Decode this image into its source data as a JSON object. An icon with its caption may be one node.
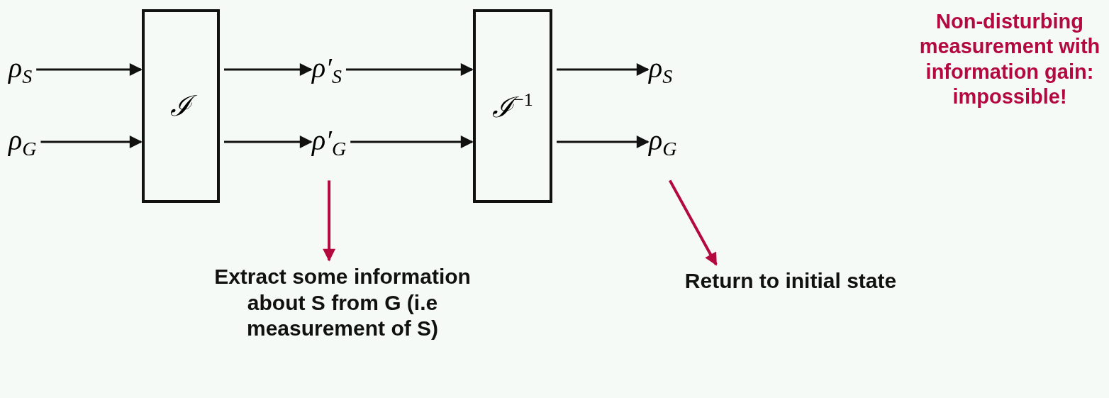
{
  "diagram": {
    "nodes": [
      {
        "text": [
          "ρ$_{S}$"
        ]
      },
      {
        "text": [
          "ρ$_{G}$"
        ]
      },
      {
        "text": [
          "ℐ"
        ]
      },
      {
        "text": [
          "ρ′$_{S}$"
        ]
      },
      {
        "text": [
          "ρ′$_{G}$"
        ]
      },
      {
        "text": [
          "ℐ$^{−1}$"
        ]
      },
      {
        "text": [
          "ρ$_{S}$"
        ]
      },
      {
        "text": [
          "ρ$_{G}$"
        ]
      },
      {
        "text": [
          "Extract some information about S from G (i.e measurement of S)"
        ]
      },
      {
        "text": [
          "Return to initial state"
        ]
      }
    ],
    "edges": [
      {
        "from": 0,
        "to": 2,
        "arrow": "to"
      },
      {
        "from": 1,
        "to": 2,
        "arrow": "to"
      },
      {
        "from": 2,
        "to": 3,
        "arrow": "to"
      },
      {
        "from": 2,
        "to": 4,
        "arrow": "to"
      },
      {
        "from": 3,
        "to": 5,
        "arrow": "to"
      },
      {
        "from": 4,
        "to": 5,
        "arrow": "to"
      },
      {
        "from": 5,
        "to": 6,
        "arrow": "to"
      },
      {
        "from": 5,
        "to": 7,
        "arrow": "to"
      },
      {
        "from": 4,
        "to": 8,
        "arrow": "to",
        "color": "#b3093f"
      },
      {
        "from": 7,
        "to": 9,
        "arrow": "to",
        "color": "#b3093f"
      }
    ],
    "labels": [
      "Non-disturbing measurement with information gain: impossible!"
    ]
  }
}
